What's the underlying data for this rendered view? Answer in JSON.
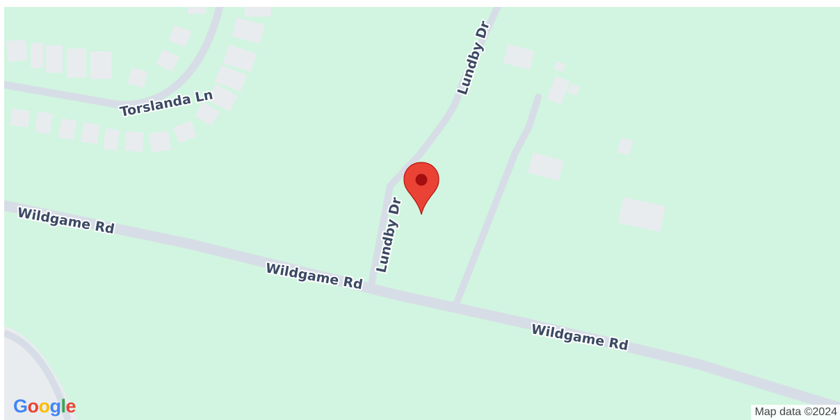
{
  "map": {
    "background_color": "#d1f5e0",
    "road_color": "#d7dde6",
    "building_color": "#e8ecef",
    "label_color": "#3b4a63",
    "roads": {
      "wildgame_rd": "Wildgame Rd",
      "lundby_dr": "Lundby Dr",
      "torslanda_ln": "Torslanda Ln"
    },
    "marker": {
      "icon": "map-pin-icon",
      "color": "#ea4335",
      "dot_color": "#a50e0e"
    }
  },
  "logo": {
    "letters": [
      "G",
      "o",
      "o",
      "g",
      "l",
      "e"
    ],
    "colors": [
      "#4285f4",
      "#ea4335",
      "#fbbc05",
      "#4285f4",
      "#34a853",
      "#ea4335"
    ]
  },
  "attribution": "Map data ©2024"
}
